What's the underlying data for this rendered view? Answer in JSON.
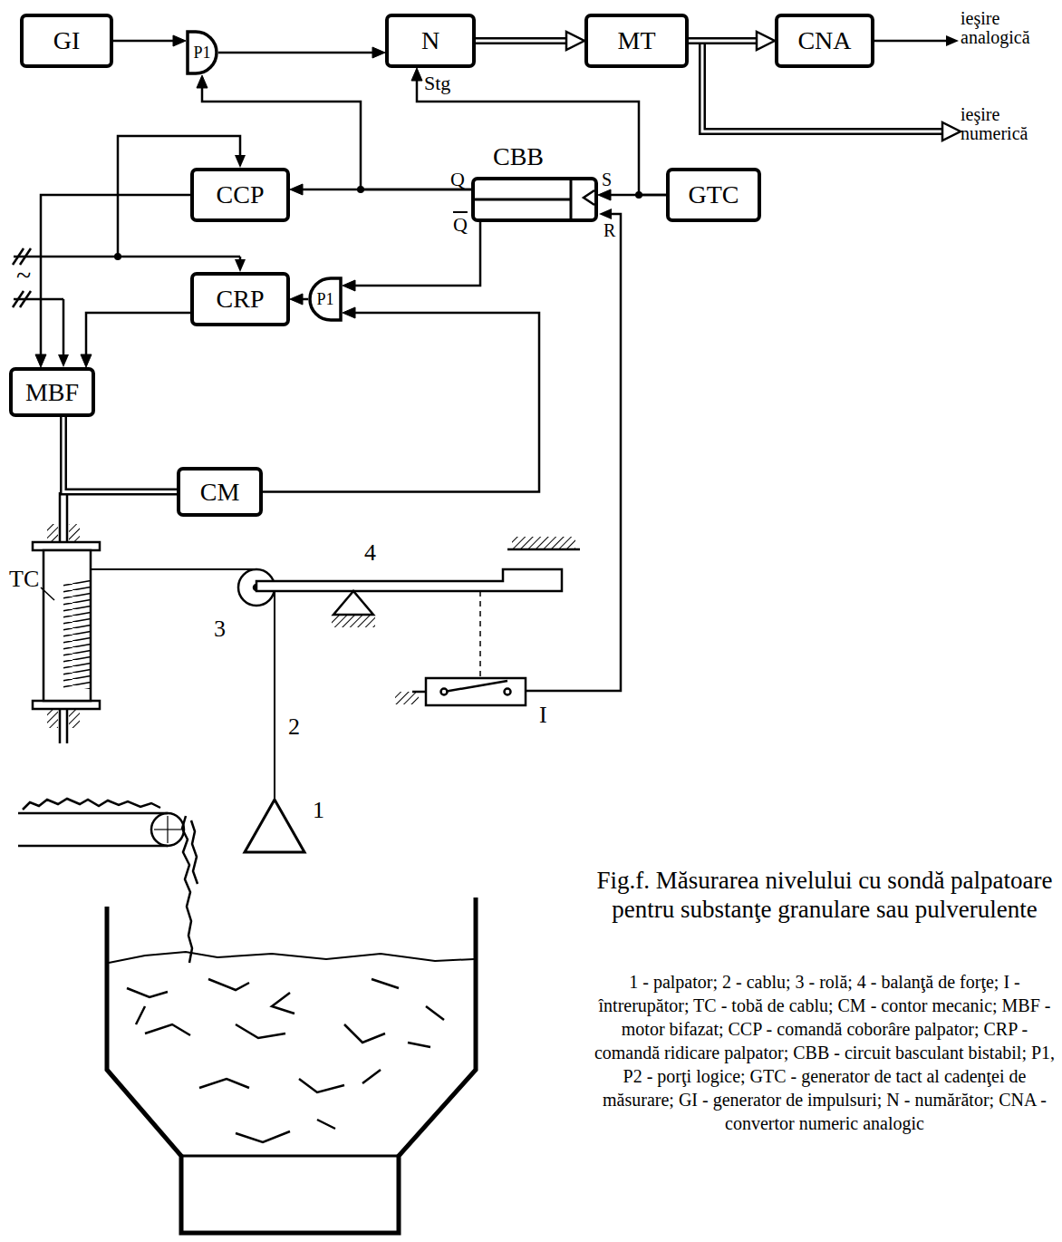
{
  "diagram": {
    "caption": "Fig.f. Măsurarea nivelului cu sondă palpatoare pentru substanţe granulare sau pulverulente",
    "nodes": [
      {
        "text": [
          "GI"
        ]
      },
      {
        "text": [
          "P1"
        ]
      },
      {
        "text": [
          "N"
        ]
      },
      {
        "text": [
          "MT"
        ]
      },
      {
        "text": [
          "CNA"
        ]
      },
      {
        "text": [
          "CCP"
        ]
      },
      {
        "text": [
          "CBB"
        ]
      },
      {
        "text": [
          "GTC"
        ]
      },
      {
        "text": [
          "CRP"
        ]
      },
      {
        "text": [
          "P1"
        ]
      },
      {
        "text": [
          "MBF"
        ]
      },
      {
        "text": [
          "CM"
        ]
      }
    ],
    "edges": [
      {
        "from": 0,
        "to": 1,
        "arrow": "to"
      },
      {
        "from": 1,
        "to": 2,
        "arrow": "to"
      },
      {
        "from": 2,
        "to": 3,
        "arrow": "to"
      },
      {
        "from": 3,
        "to": 4,
        "arrow": "to"
      },
      {
        "from": 6,
        "to": 5,
        "arrow": "to"
      },
      {
        "from": 6,
        "to": 1,
        "arrow": "to"
      },
      {
        "from": 7,
        "to": 6,
        "arrow": "to"
      },
      {
        "from": 7,
        "to": 2,
        "arrow": "to"
      },
      {
        "from": 6,
        "to": 9,
        "arrow": "to"
      },
      {
        "from": 11,
        "to": 9,
        "arrow": "to"
      },
      {
        "from": 9,
        "to": 8,
        "arrow": "to"
      },
      {
        "from": 8,
        "to": 10,
        "arrow": "to"
      },
      {
        "from": 5,
        "to": 10,
        "arrow": "to"
      },
      {
        "from": 10,
        "to": 11,
        "arrow": "none"
      }
    ],
    "labels": [
      "ieşire analogică",
      "ieşire numerică",
      "Stg",
      "Q",
      "Q",
      "S",
      "R",
      "~",
      "TC",
      "1",
      "2",
      "3",
      "4",
      "I",
      "1 - palpator; 2 - cablu; 3 - rolă; 4 - balanţă de forţe; I - întrerupător; TC - tobă de cablu; CM - contor mecanic; MBF - motor bifazat; CCP - comandă coborâre palpator; CRP - comandă ridicare palpator; CBB - circuit basculant bistabil; P1, P2 - porţi logice; GTC - generator de tact al cadenţei de măsurare; GI - generator de impulsuri; N - numărător; CNA - convertor numeric analogic"
    ]
  }
}
